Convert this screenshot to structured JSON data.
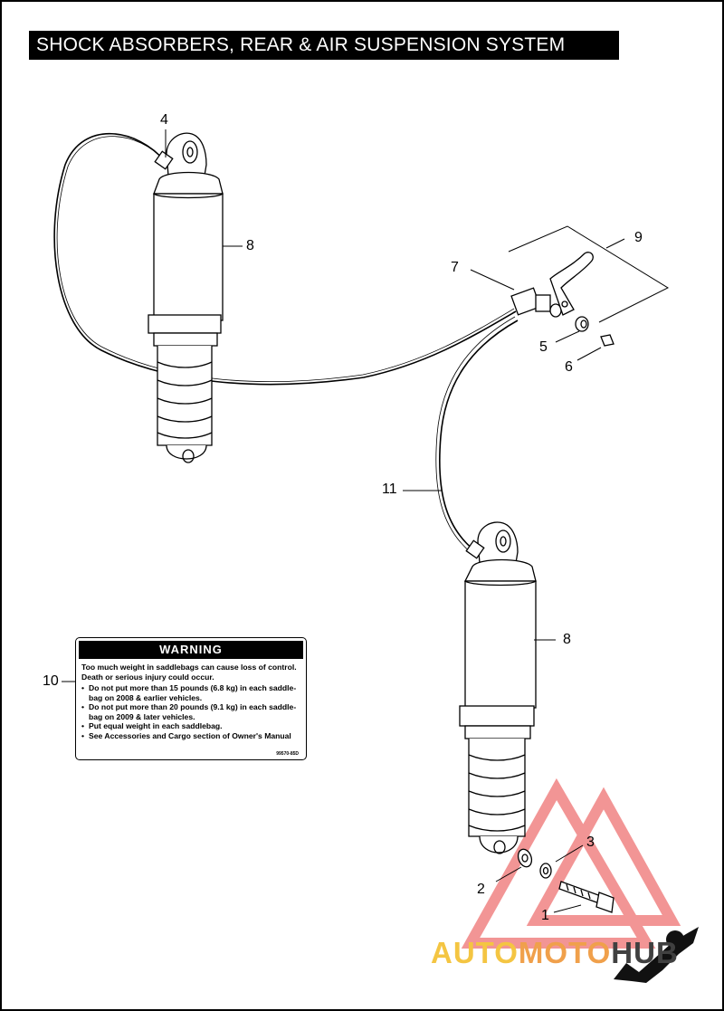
{
  "title": "SHOCK ABSORBERS, REAR & AIR SUSPENSION SYSTEM",
  "callouts": {
    "c1": "1",
    "c2": "2",
    "c3": "3",
    "c4": "4",
    "c5": "5",
    "c6": "6",
    "c7": "7",
    "c8a": "8",
    "c8b": "8",
    "c9": "9",
    "c10": "10",
    "c11": "11"
  },
  "warning_label": {
    "header": "WARNING",
    "intro": "Too much weight in saddlebags can cause loss of control. Death or serious injury could occur.",
    "bullets": [
      "Do not put more than 15 pounds (6.8 kg) in each saddle-bag on 2008 & earlier vehicles.",
      "Do not put more than 20 pounds (9.1 kg) in each saddle-bag on 2009 & later vehicles.",
      "Put equal weight in each saddlebag.",
      "See Accessories and Cargo section of Owner's Manual"
    ],
    "part_number": "99570-85D"
  },
  "watermark": {
    "part1": "AUTO",
    "part2": "MOTO",
    "part3": "HUB",
    "colors": {
      "auto": "#f4c542",
      "moto": "#f0a04b",
      "hub": "#404040",
      "triangle": "#e8403f"
    }
  }
}
